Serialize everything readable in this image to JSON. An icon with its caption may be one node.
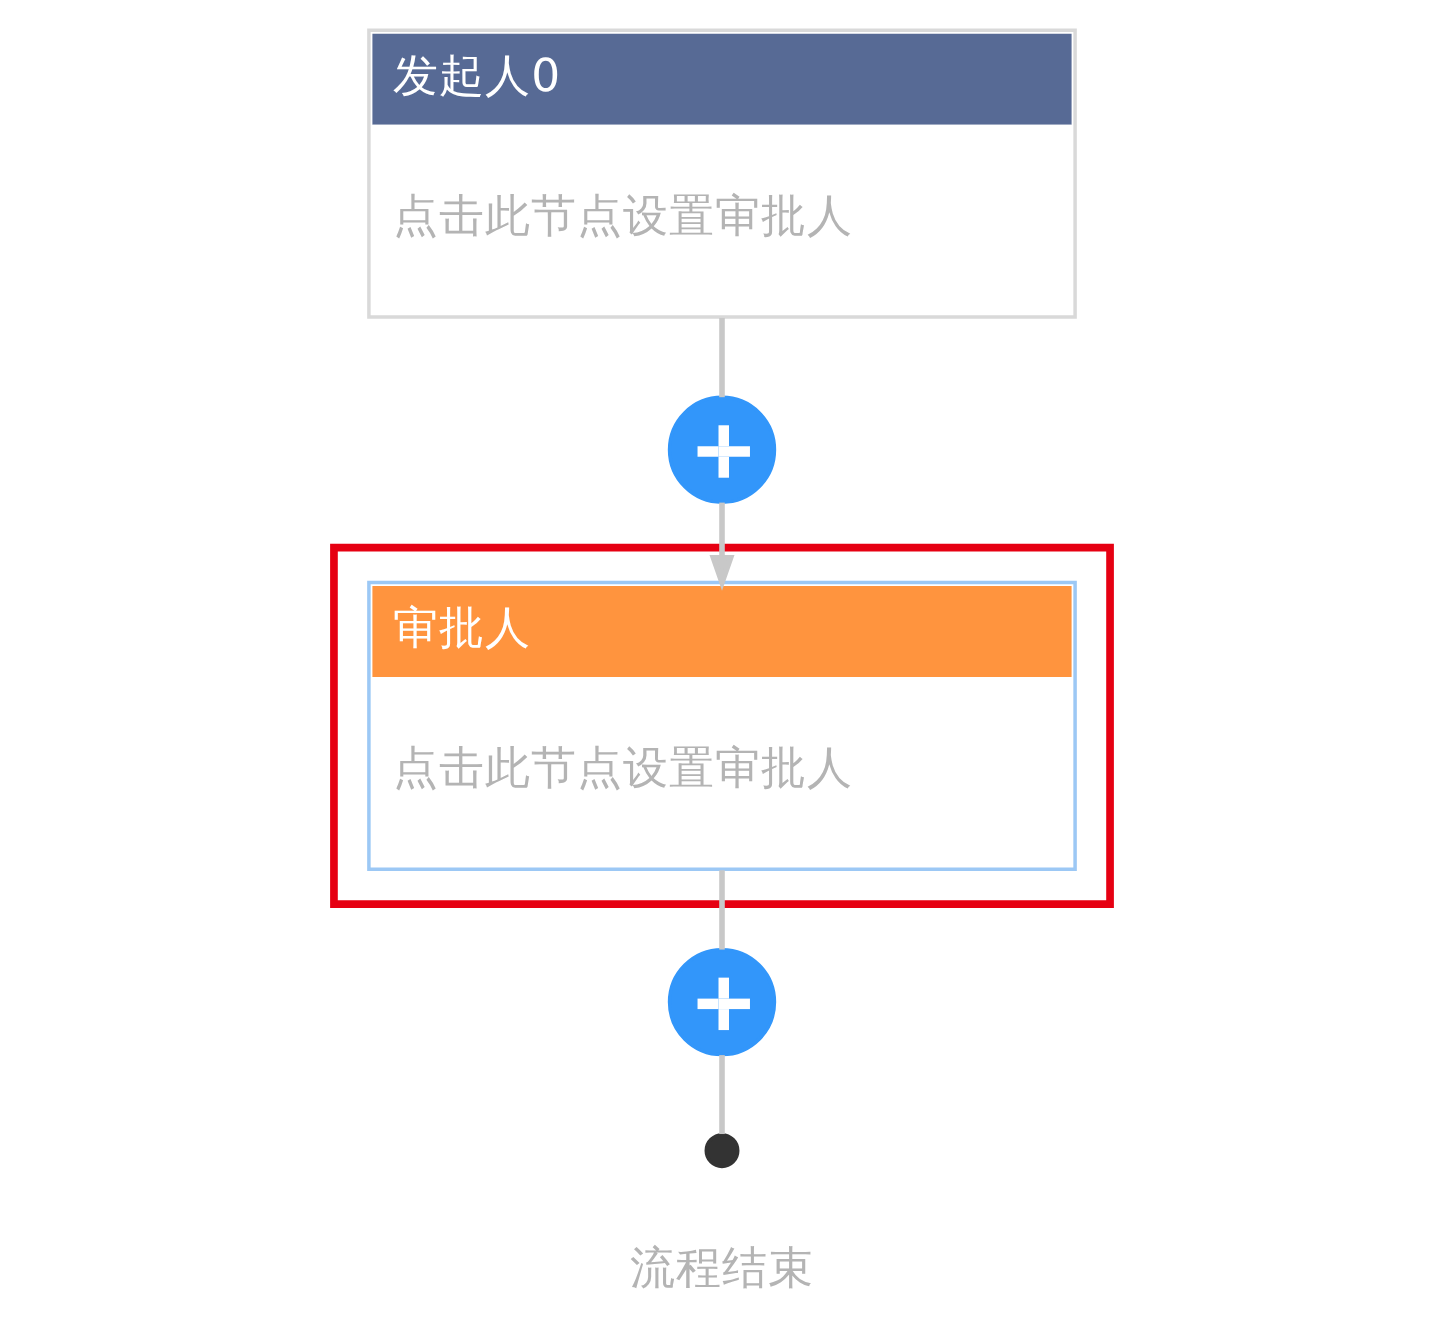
{
  "diagram": {
    "nodes": [
      {
        "text": [
          "发起人0",
          "点击此节点设置审批人"
        ]
      },
      {
        "text": [],
        "shape": "circle"
      },
      {
        "text": [],
        "shape": "box"
      },
      {
        "text": [
          "审批人",
          "点击此节点设置审批人"
        ],
        "in": 2
      },
      {
        "text": [],
        "shape": "circle"
      },
      {
        "text": [],
        "shape": "circle",
        "beside": [
          "流程结束"
        ]
      }
    ],
    "edges": [
      {
        "from": 0,
        "to": 1,
        "arrow": "none"
      },
      {
        "from": 1,
        "to": 3,
        "arrow": "to"
      },
      {
        "from": 3,
        "to": 4,
        "arrow": "none"
      },
      {
        "from": 4,
        "to": 5,
        "arrow": "none"
      }
    ]
  }
}
